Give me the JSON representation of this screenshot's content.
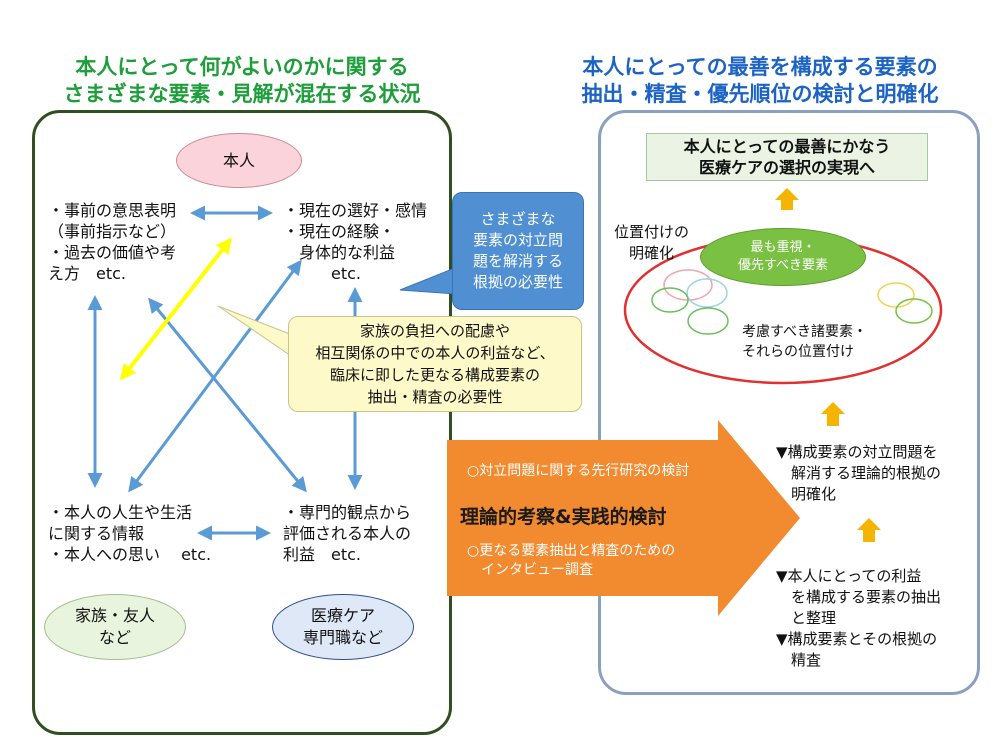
{
  "titles": {
    "left_line1": "本人にとって何がよいのかに関する",
    "left_line2": "さまざまな要素・見解が混在する状況",
    "right_line1": "本人にとっての最善を構成する要素の",
    "right_line2": "抽出・精査・優先順位の検討と明確化"
  },
  "left": {
    "honnin": "本人",
    "family": "家族・友人\nなど",
    "medical": "医療ケア\n専門職など",
    "text_tl": "・事前の意思表明\n（事前指示など）\n・過去の価値や考\nえ方　etc.",
    "text_tr": "・現在の選好・感情\n・現在の経験・\n　身体的な利益\n　　　etc.",
    "text_bl": "・本人の人生や生活\nに関する情報\n・本人への思い　 etc.",
    "text_br": "・専門的観点から\n評価される本人の\n利益　etc."
  },
  "callouts": {
    "blue": "さまざまな\n要素の対立問\n題を解消する\n根拠の必要性",
    "yellow": "家族の負担への配慮や\n相互関係の中での本人の利益など、\n臨床に即した更なる構成要素の\n抽出・精査の必要性"
  },
  "arrow": {
    "item1": "○対立問題に関する先行研究の検討",
    "main": "理論的考察&実践的検討",
    "item2": "○更なる要素抽出と精査のための\n　インタビュー調査"
  },
  "right": {
    "goal": "本人にとっての最善にかなう\n医療ケアの選択の実現へ",
    "position_label": "位置付けの\n明確化",
    "priority": "最も重視・\n優先すべき要素",
    "considered": "考慮すべき諸要素・\nそれらの位置付け",
    "step1": "▼構成要素の対立問題を\n　解消する理論的根拠の\n　明確化",
    "step2": "▼本人にとっての利益\n　を構成する要素の抽出\n　と整理\n▼構成要素とその根拠の\n　精査"
  },
  "colors": {
    "left_border": "#2f4f20",
    "right_border": "#8aa0bf",
    "blue_arrow": "#5b9bd5",
    "yellow_arrow": "#ffff00",
    "orange_arrow": "#f28a30",
    "red_ellipse": "#e03030",
    "green_oval": "#7ac143",
    "up_arrow": "#f5b400"
  }
}
